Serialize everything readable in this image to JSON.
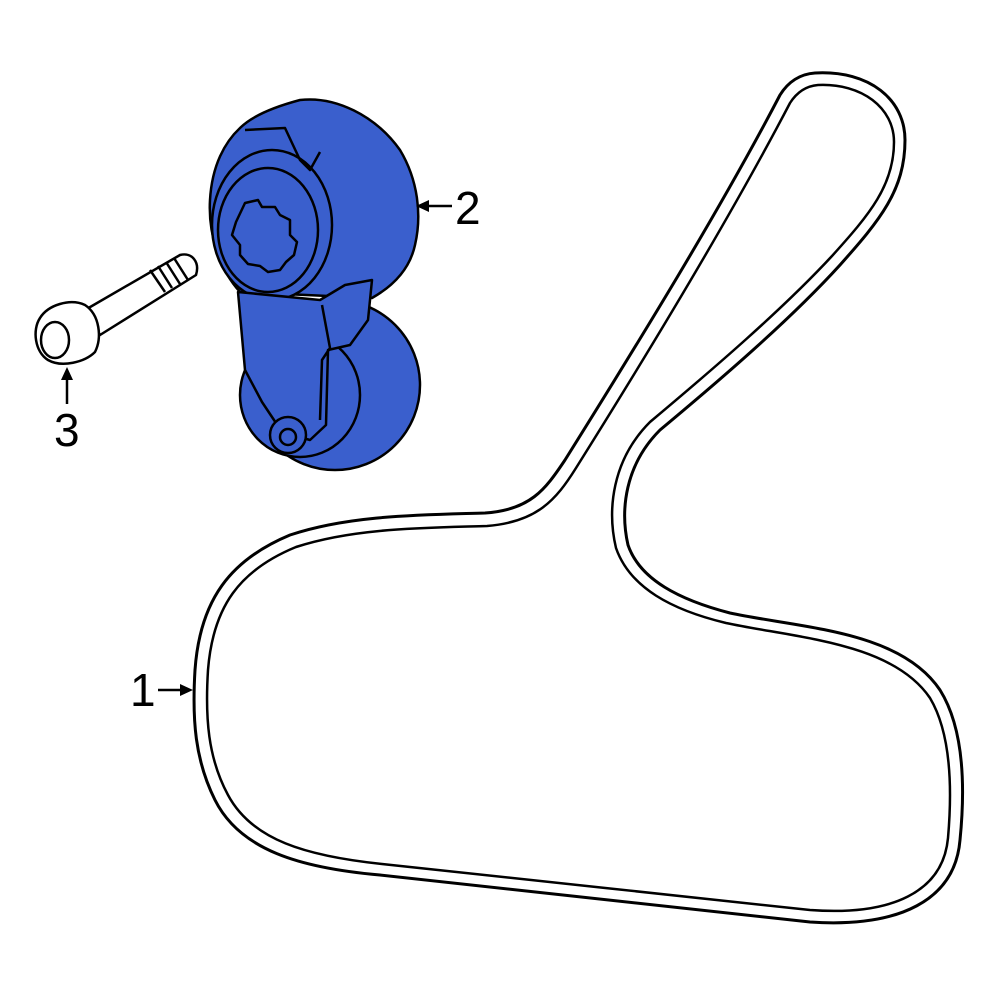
{
  "callouts": [
    {
      "number": "1"
    },
    {
      "number": "2"
    },
    {
      "number": "3"
    }
  ],
  "colors": {
    "highlight": "#3A5FCD",
    "outline": "#000000",
    "background": "#FFFFFF"
  }
}
